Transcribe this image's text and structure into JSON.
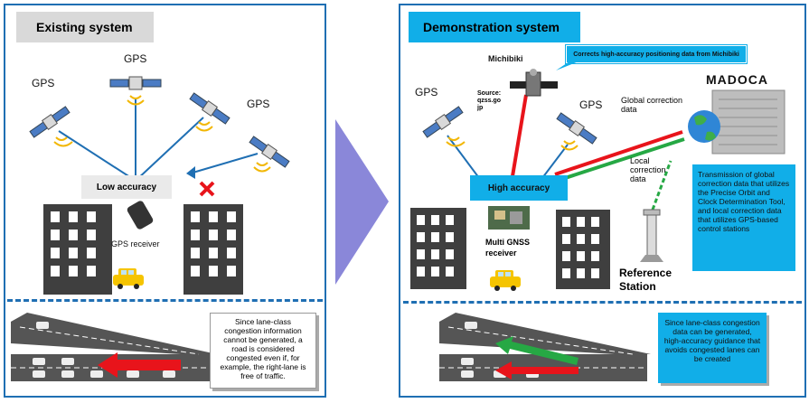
{
  "left": {
    "title": "Existing system",
    "gps_labels": [
      "GPS",
      "GPS",
      "GPS"
    ],
    "accuracy_label": "Low accuracy",
    "receiver_label": "GPS receiver",
    "note": "Since lane-class congestion information cannot be generated, a road is considered congested even if, for example, the right-lane is free of traffic."
  },
  "right": {
    "title": "Demonstration system",
    "callout": "Corrects high-accuracy positioning data from Michibiki",
    "michibiki_label": "Michibiki",
    "source_label": "Source: qzss.go jp",
    "gps_labels": [
      "GPS",
      "GPS"
    ],
    "global_label": "Global correction data",
    "local_label": "Local correction data",
    "madoca_label": "MADOCA",
    "accuracy_label": "High accuracy",
    "receiver_label": "Multi GNSS receiver",
    "reference_label": "Reference Station",
    "transmission_note": "Transmission of global correction data that utilizes the Precise Orbit and Clock Determination Tool, and local correction data that utilizes GPS-based control stations",
    "note": "Since lane-class congestion data can be generated, high-accuracy guidance that avoids congested lanes can be created"
  },
  "colors": {
    "panel_border": "#1f6fb3",
    "accent_cyan": "#11aee8",
    "arrow_purple": "#8a87d9",
    "red": "#e8141b",
    "green": "#26a844"
  }
}
